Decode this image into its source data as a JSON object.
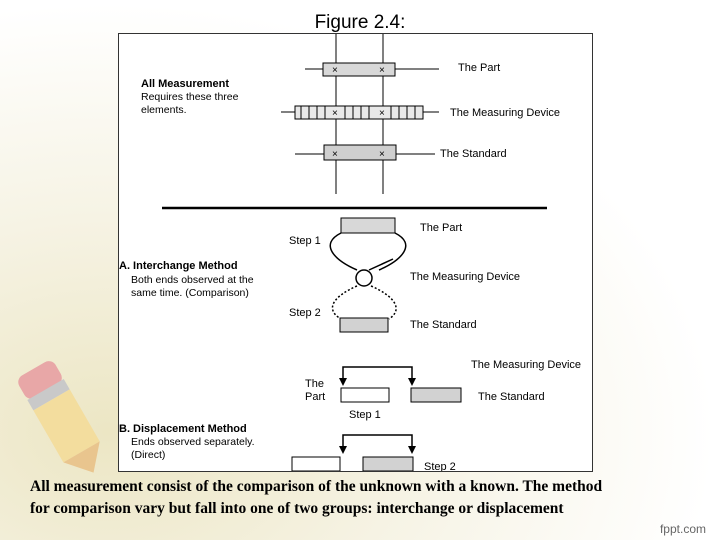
{
  "slide": {
    "title": "Figure 2.4:",
    "caption_line1": "All measurement  consist of the comparison of the unknown with a known. The method",
    "caption_line2": "for comparison vary but fall into one of two groups: interchange or displacement",
    "brand": "fppt.com"
  },
  "figure": {
    "top": {
      "heading": "All Measurement",
      "desc_line1": "Requires these three",
      "desc_line2": "elements.",
      "labels": [
        "The Part",
        "The Measuring Device",
        "The Standard"
      ]
    },
    "interchange": {
      "heading": "A. Interchange Method",
      "desc_line1": "Both ends observed at the",
      "desc_line2": "same time. (Comparison)",
      "step1": "Step 1",
      "step2": "Step 2",
      "labels": [
        "The Part",
        "The Measuring Device",
        "The Standard"
      ]
    },
    "displacement": {
      "heading": "B. Displacement Method",
      "desc_line1": "Ends observed separately.",
      "desc_line2": "(Direct)",
      "device_label": "The Measuring Device",
      "part_line1": "The",
      "part_line2": "Part",
      "standard_label": "The Standard",
      "step1": "Step 1",
      "step2": "Step 2"
    }
  }
}
